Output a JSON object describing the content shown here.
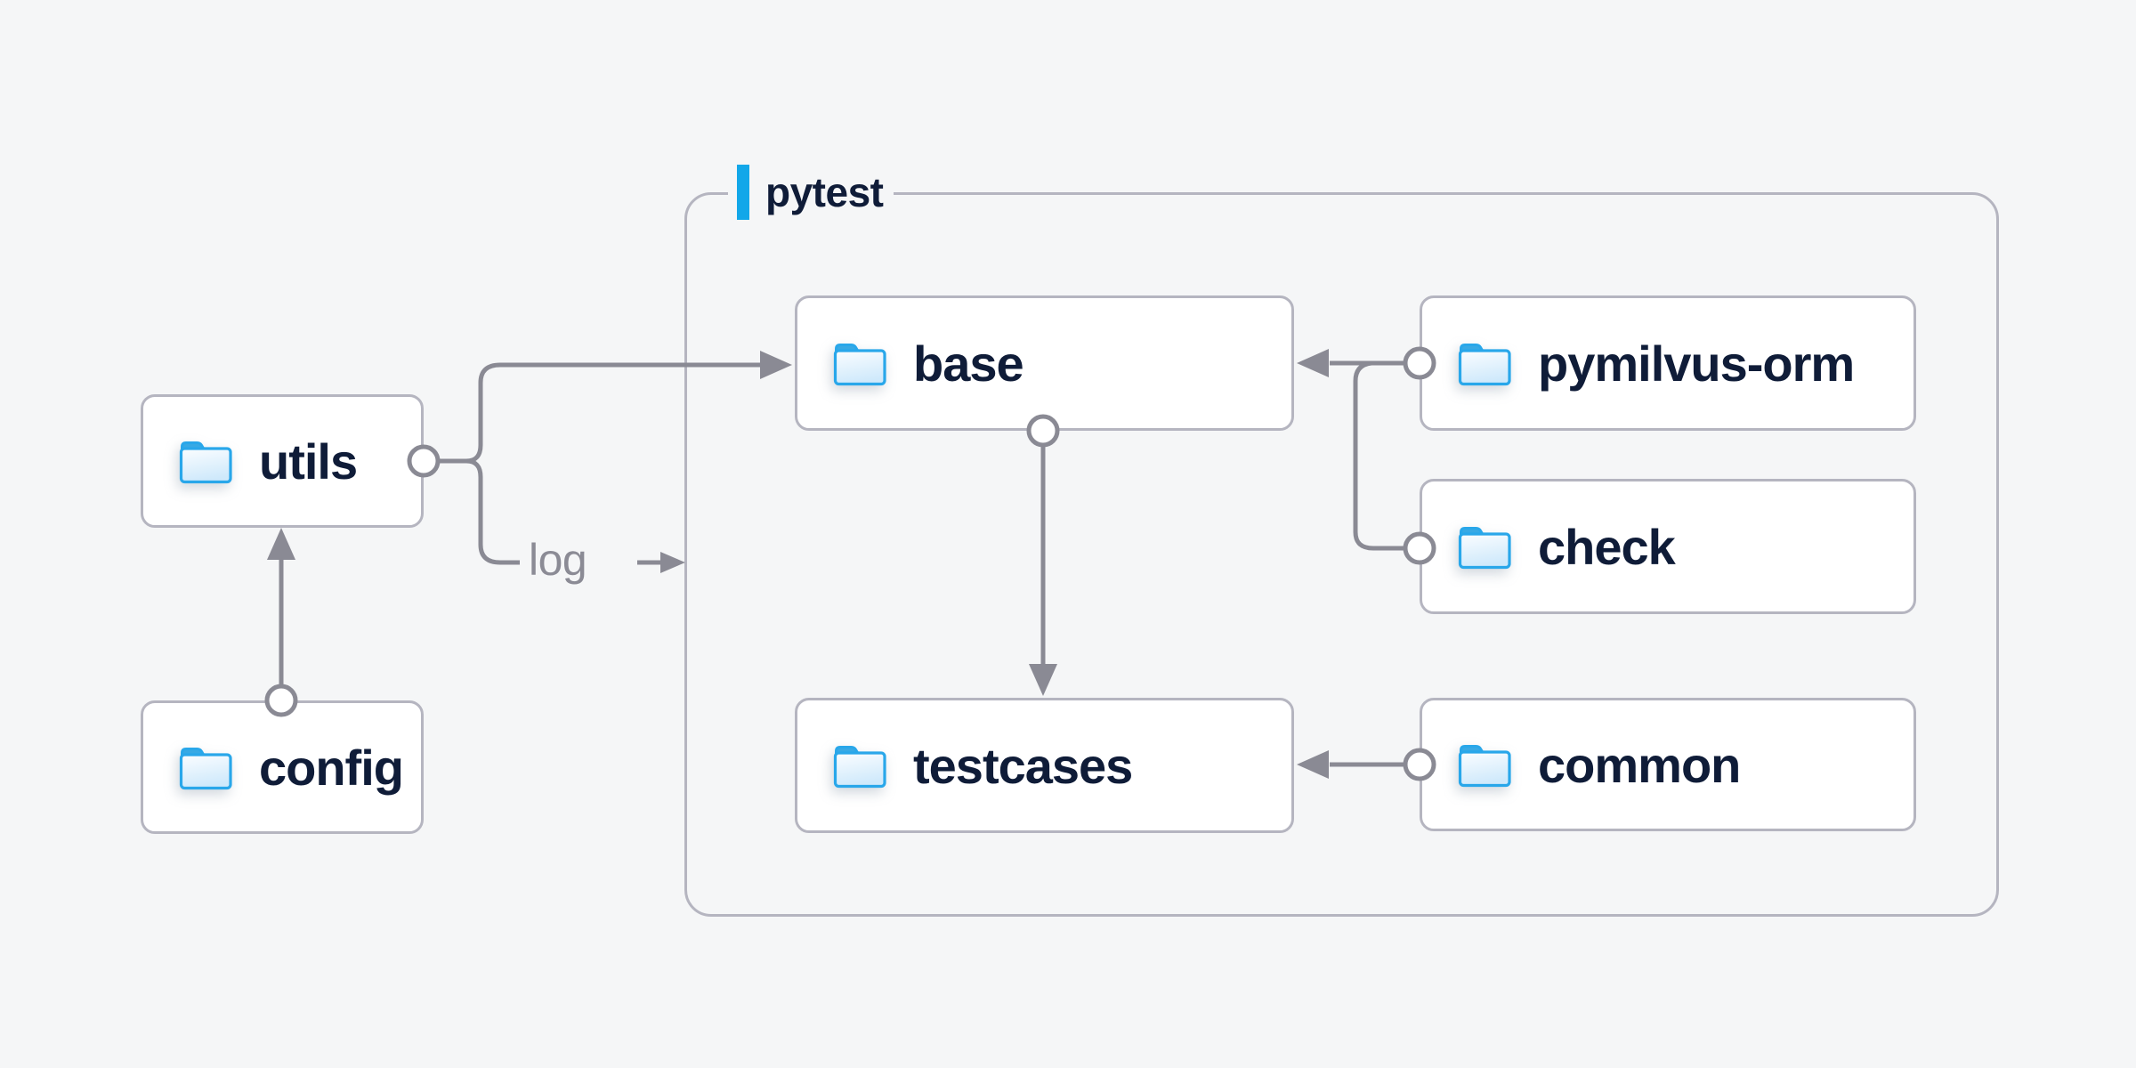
{
  "diagram": {
    "container": {
      "label": "pytest"
    },
    "nodes": [
      {
        "id": "utils",
        "label": "utils"
      },
      {
        "id": "config",
        "label": "config"
      },
      {
        "id": "base",
        "label": "base"
      },
      {
        "id": "pymilvus-orm",
        "label": "pymilvus-orm"
      },
      {
        "id": "check",
        "label": "check"
      },
      {
        "id": "testcases",
        "label": "testcases"
      },
      {
        "id": "common",
        "label": "common"
      }
    ],
    "log_label": "log",
    "edges": [
      {
        "from": "config",
        "to": "utils"
      },
      {
        "from": "utils",
        "to": "base"
      },
      {
        "from": "utils",
        "to": "log",
        "label": "log"
      },
      {
        "from": "pymilvus-orm",
        "to": "base"
      },
      {
        "from": "check",
        "to": "base"
      },
      {
        "from": "base",
        "to": "testcases"
      },
      {
        "from": "common",
        "to": "testcases"
      }
    ],
    "colors": {
      "background": "#f5f6f7",
      "node_fill": "#ffffff",
      "border_gray": "#b5b5c0",
      "line_gray": "#8a8a94",
      "text_navy": "#0f1c38",
      "accent_blue": "#12a7e9",
      "folder_blue": "#29a7ea"
    }
  }
}
